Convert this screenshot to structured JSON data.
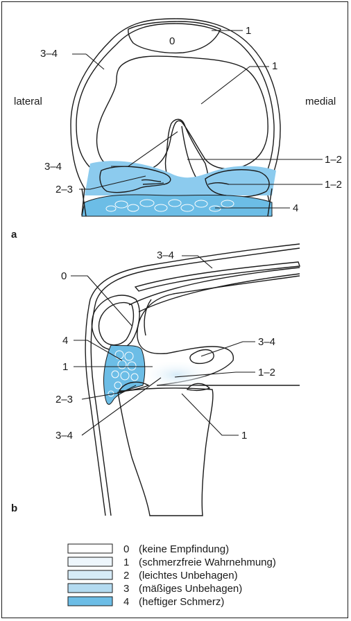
{
  "panel_a": {
    "panel_letter": "a",
    "side_left": "lateral",
    "side_right": "medial",
    "labels": {
      "patella_center": "0",
      "patella_rim": "1",
      "capsule_left": "3–4",
      "femur_medial": "1",
      "notch": "3–4",
      "cruciate": "1–2",
      "lateral_meniscus": "2–3",
      "medial_meniscus": "1–2",
      "fat_pad": "4"
    }
  },
  "panel_b": {
    "panel_letter": "b",
    "labels": {
      "tendon": "3–4",
      "patella": "0",
      "fat_pad": "4",
      "notch": "1",
      "post_recess": "3–4",
      "cruciate": "1–2",
      "ant_meniscus": "2–3",
      "lower_ant": "3–4",
      "tibia": "1"
    }
  },
  "legend": [
    {
      "key": "0",
      "text": "(keine Empfindung)",
      "color": "#ffffff"
    },
    {
      "key": "1",
      "text": "(schmerzfreie Wahrnehmung)",
      "color": "#eef6fc"
    },
    {
      "key": "2",
      "text": "(leichtes Unbehagen)",
      "color": "#d6ebf7"
    },
    {
      "key": "3",
      "text": "(mäßiges Unbehagen)",
      "color": "#b3daf0"
    },
    {
      "key": "4",
      "text": "(heftiger Schmerz)",
      "color": "#6cbde6"
    }
  ]
}
